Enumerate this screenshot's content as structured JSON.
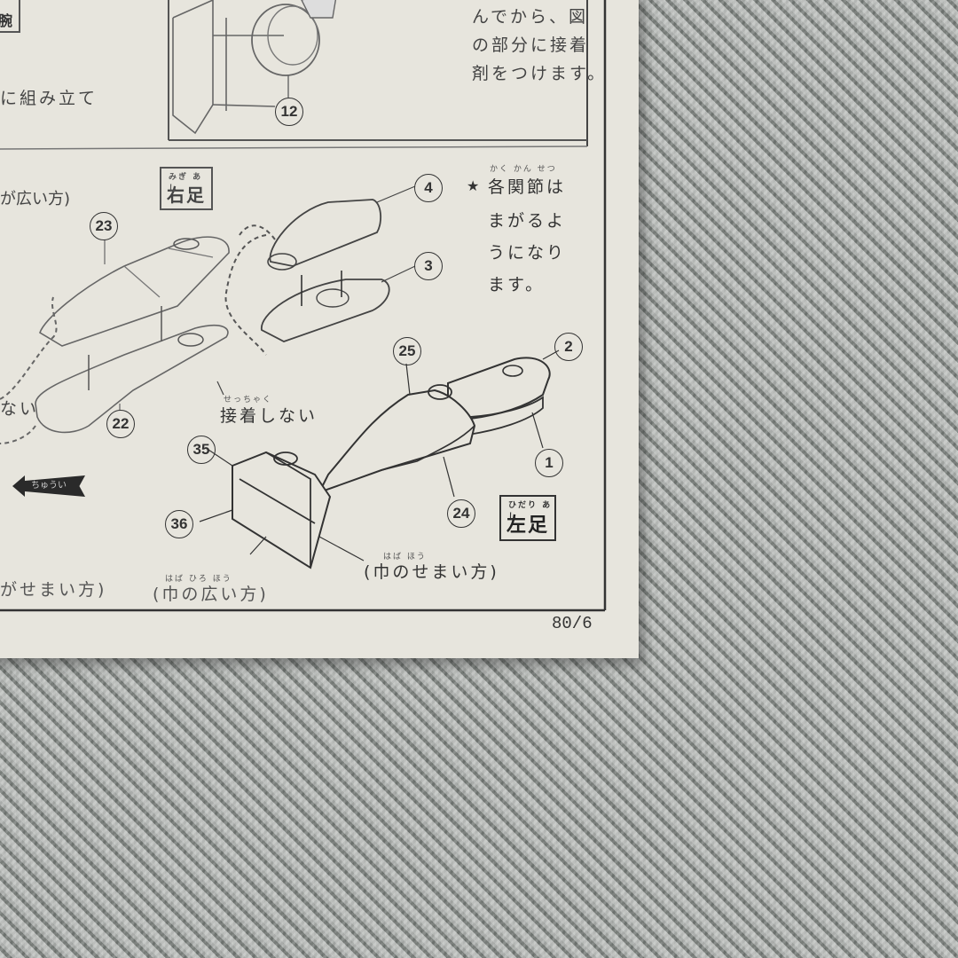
{
  "sheet": {
    "top_left_label_partial": "腕",
    "top_left_text_partial": "に組み立て",
    "top_right_instruction": {
      "line1": "んでから、図",
      "line2": "の部分に接着",
      "line3": "剤をつけます。"
    },
    "joint_note": {
      "star": "★",
      "line1": "各関節は",
      "line1_ruby": "かく かん せつ",
      "line2": "まがるよ",
      "line3": "うになり",
      "line4": "ます。"
    },
    "right_leg_label": "右足",
    "right_leg_ruby": "みぎ あし",
    "left_leg_label": "左足",
    "left_leg_ruby": "ひだり あし",
    "upper_left_partial": "が広い方)",
    "do_not_glue": "接着しない",
    "do_not_glue_ruby": "せっちゃく",
    "do_not_glue_left_partial": "ない",
    "caution_tag": "ちゅうい",
    "lower_left_partial": "がせまい方)",
    "wide_side": "(巾の広い方)",
    "wide_side_ruby": "はば  ひろ  ほう",
    "narrow_side": "(巾のせまい方)",
    "narrow_side_ruby": "はば           ほう",
    "page_number": "80/6"
  },
  "part_numbers": {
    "p12": "12",
    "p4": "4",
    "p3": "3",
    "p23": "23",
    "p22": "22",
    "p25": "25",
    "p2": "2",
    "p1": "1",
    "p24": "24",
    "p35": "35",
    "p36": "36"
  }
}
